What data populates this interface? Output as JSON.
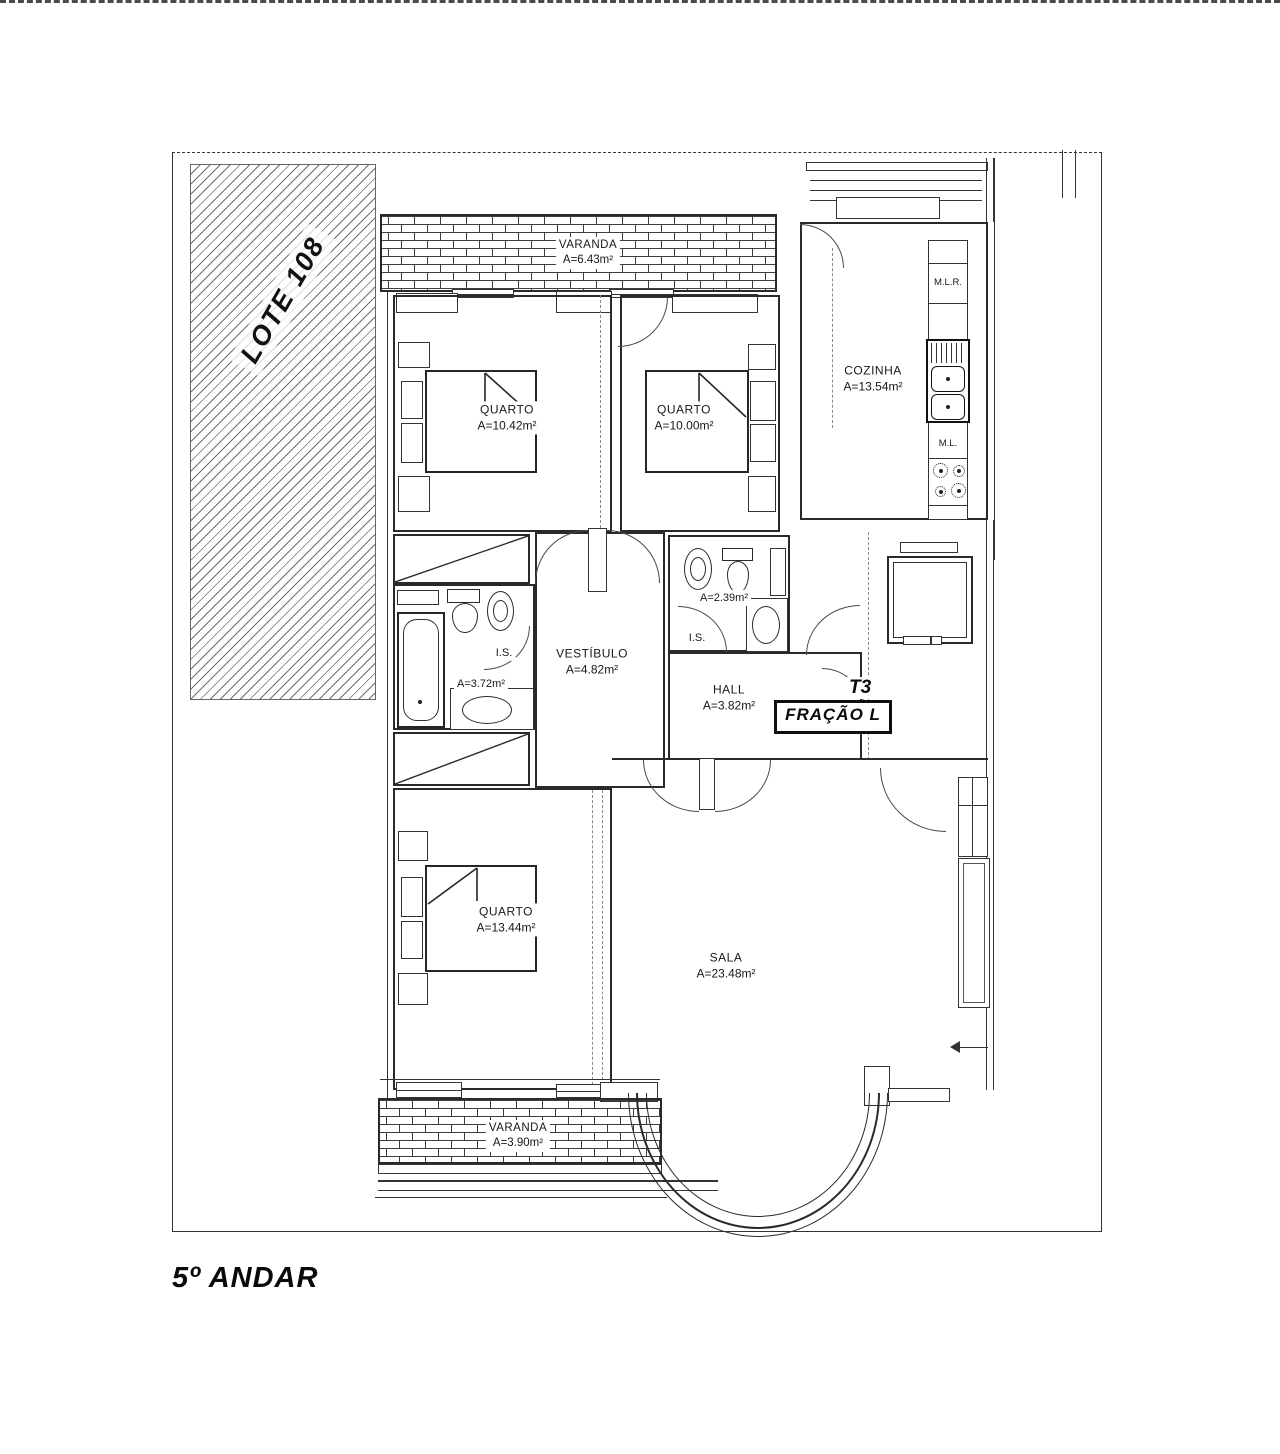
{
  "floor_title": "5º ANDAR",
  "lot_label": "LOTE 108",
  "unit": {
    "type_label": "T3",
    "fraction_label": "FRAÇÃO L"
  },
  "rooms": {
    "varanda_top": {
      "name": "VARANDA",
      "area": "A=6.43m²"
    },
    "quarto_1": {
      "name": "QUARTO",
      "area": "A=10.42m²"
    },
    "quarto_2": {
      "name": "QUARTO",
      "area": "A=10.00m²"
    },
    "cozinha": {
      "name": "COZINHA",
      "area": "A=13.54m²"
    },
    "is_1": {
      "name": "I.S.",
      "area": "A=3.72m²"
    },
    "is_2": {
      "name": "I.S.",
      "area": "A=2.39m²"
    },
    "vestibulo": {
      "name": "VESTÍBULO",
      "area": "A=4.82m²"
    },
    "hall": {
      "name": "HALL",
      "area": "A=3.82m²"
    },
    "quarto_3": {
      "name": "QUARTO",
      "area": "A=13.44m²"
    },
    "sala": {
      "name": "SALA",
      "area": "A=23.48m²"
    },
    "varanda_bottom": {
      "name": "VARANDA",
      "area": "A=3.90m²"
    }
  },
  "appliances": {
    "mlr": "M.L.R.",
    "ml": "M.L."
  },
  "colors": {
    "ink": "#2a2a2a",
    "paper": "#ffffff"
  }
}
